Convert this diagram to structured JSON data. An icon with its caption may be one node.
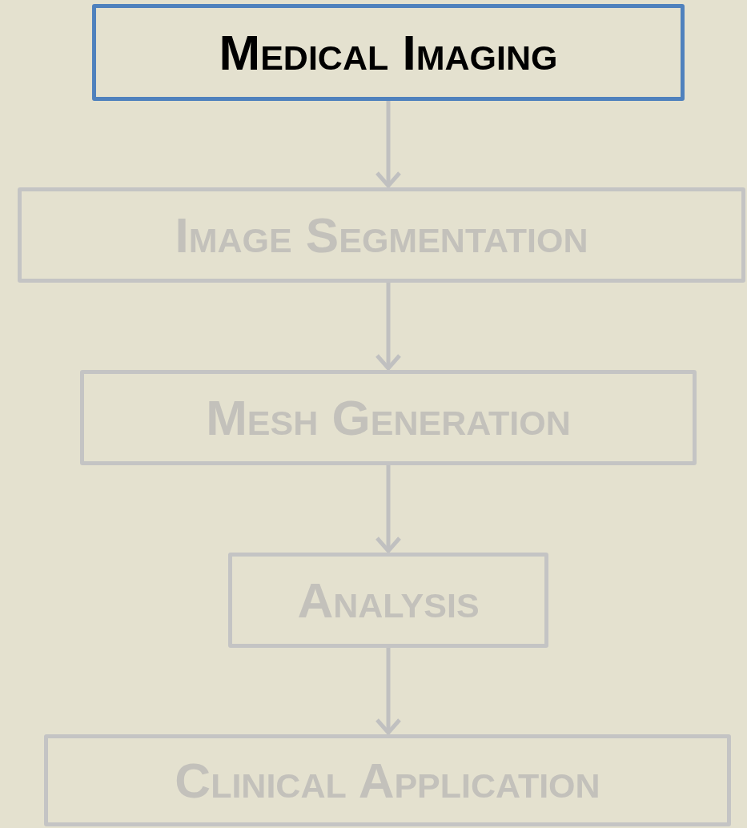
{
  "diagram": {
    "nodes": [
      {
        "text": [
          "Medical Imaging"
        ]
      },
      {
        "text": [
          "Image Segmentation"
        ]
      },
      {
        "text": [
          "Mesh Generation"
        ]
      },
      {
        "text": [
          "Analysis"
        ]
      },
      {
        "text": [
          "Clinical Application"
        ]
      }
    ],
    "edges": [
      {
        "from": 0,
        "to": 1,
        "arrow": "to"
      },
      {
        "from": 1,
        "to": 2,
        "arrow": "to"
      },
      {
        "from": 2,
        "to": 3,
        "arrow": "to"
      },
      {
        "from": 3,
        "to": 4,
        "arrow": "to"
      }
    ]
  }
}
